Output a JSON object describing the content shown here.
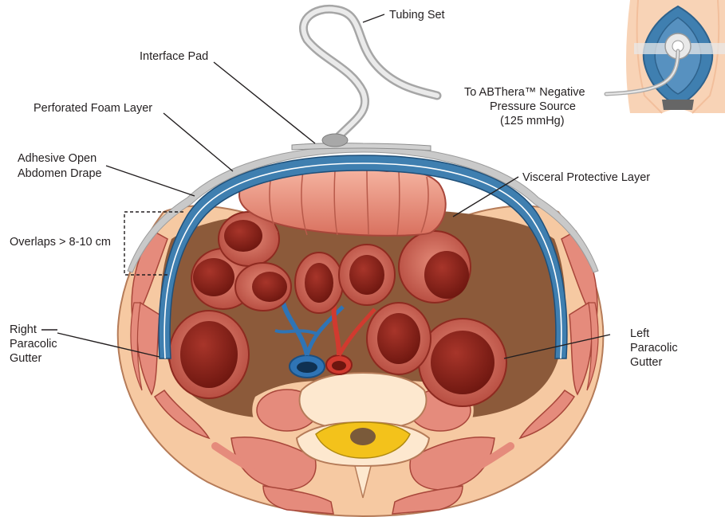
{
  "labels": {
    "tubing_set": "Tubing Set",
    "interface_pad": "Interface Pad",
    "perforated_foam": "Perforated Foam Layer",
    "drape_line1": "Adhesive Open",
    "drape_line2": "Abdomen Drape",
    "overlaps": "Overlaps > 8-10 cm",
    "negative_pressure_line1": "To ABThera™ Negative",
    "negative_pressure_line2": "Pressure Source",
    "negative_pressure_line3": "(125 mmHg)",
    "visceral_layer": "Visceral Protective Layer",
    "right_gutter_line1": "Right",
    "right_gutter_line2": "Paracolic",
    "right_gutter_line3": "Gutter",
    "left_gutter_line1": "Left",
    "left_gutter_line2": "Paracolic",
    "left_gutter_line3": "Gutter"
  },
  "colors": {
    "skin": "#f6c9a2",
    "muscle": "#e58b7c",
    "bowel": "#c5574a",
    "bowel_lumen": "#8e2419",
    "foam": "#3f7fb0",
    "drape": "#c9c9c9",
    "cavity": "#8c5a3a",
    "vein": "#2f74b5",
    "artery": "#d13a2f",
    "bone": "#fde8cf",
    "cord": "#f3c21b"
  }
}
